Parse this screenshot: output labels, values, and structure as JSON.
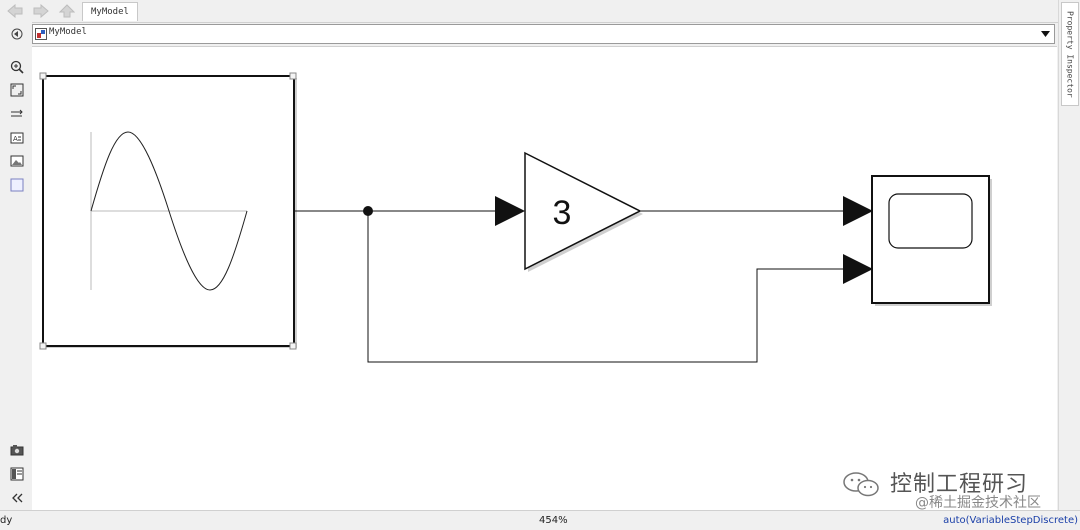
{
  "nav": {
    "back_icon": "back-arrow-icon",
    "forward_icon": "forward-arrow-icon",
    "up_icon": "up-arrow-icon"
  },
  "tab": {
    "label": "MyModel"
  },
  "address": {
    "path": "MyModel"
  },
  "property_inspector": {
    "label": "Property Inspector"
  },
  "diagram": {
    "gain_value": "3",
    "blocks": [
      "sine-wave",
      "gain",
      "scope"
    ]
  },
  "status": {
    "left": "dy",
    "zoom": "454%",
    "solver": "auto(VariableStepDiscrete)"
  },
  "watermark": {
    "line1": "控制工程研习",
    "line2": "@稀土掘金技术社区"
  },
  "colors": {
    "canvas": "#ffffff",
    "chrome": "#f0f0f0",
    "solver_text": "#1a3fa8"
  }
}
